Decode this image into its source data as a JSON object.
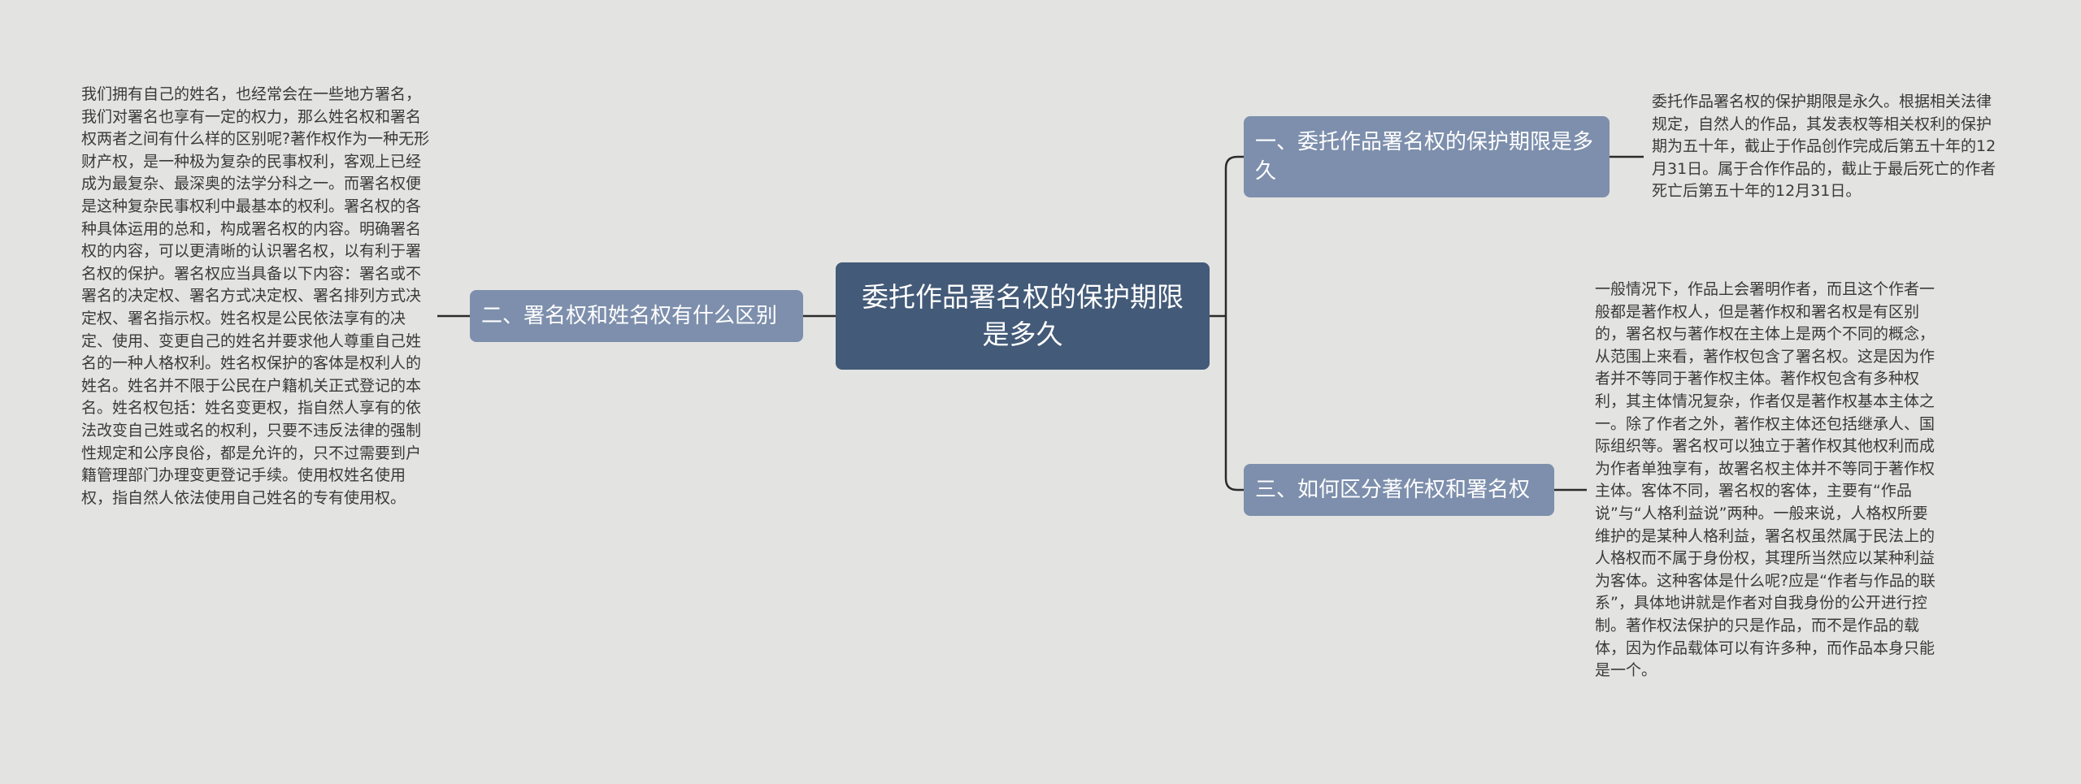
{
  "mindmap": {
    "root": {
      "label": "委托作品署名权的保护期限是多久"
    },
    "branches": [
      {
        "label": "一、委托作品署名权的保护期限是多久",
        "detail": "委托作品署名权的保护期限是永久。根据相关法律规定，自然人的作品，其发表权等相关权利的保护期为五十年，截止于作品创作完成后第五十年的12月31日。属于合作作品的，截止于最后死亡的作者死亡后第五十年的12月31日。"
      },
      {
        "label": "二、署名权和姓名权有什么区别",
        "detail": "我们拥有自己的姓名，也经常会在一些地方署名，我们对署名也享有一定的权力，那么姓名权和署名权两者之间有什么样的区别呢?著作权作为一种无形财产权，是一种极为复杂的民事权利，客观上已经成为最复杂、最深奥的法学分科之一。而署名权便是这种复杂民事权利中最基本的权利。署名权的各种具体运用的总和，构成署名权的内容。明确署名权的内容，可以更清晰的认识署名权，以有利于署名权的保护。署名权应当具备以下内容：署名或不署名的决定权、署名方式决定权、署名排列方式决定权、署名指示权。姓名权是公民依法享有的决定、使用、变更自己的姓名并要求他人尊重自己姓名的一种人格权利。姓名权保护的客体是权利人的姓名。姓名并不限于公民在户籍机关正式登记的本名。姓名权包括：姓名变更权，指自然人享有的依法改变自己姓或名的权利，只要不违反法律的强制性规定和公序良俗，都是允许的，只不过需要到户籍管理部门办理变更登记手续。使用权姓名使用权，指自然人依法使用自己姓名的专有使用权。"
      },
      {
        "label": "三、如何区分著作权和署名权",
        "detail": "一般情况下，作品上会署明作者，而且这个作者一般都是著作权人，但是著作权和署名权是有区别的，署名权与著作权在主体上是两个不同的概念，从范围上来看，著作权包含了署名权。这是因为作者并不等同于著作权主体。著作权包含有多种权利，其主体情况复杂，作者仅是著作权基本主体之一。除了作者之外，著作权主体还包括继承人、国际组织等。署名权可以独立于著作权其他权利而成为作者单独享有，故署名权主体并不等同于著作权主体。客体不同，署名权的客体，主要有“作品说”与“人格利益说”两种。一般来说，人格权所要维护的是某种人格利益，署名权虽然属于民法上的人格权而不属于身份权，其理所当然应以某种利益为客体。这种客体是什么呢?应是“作者与作品的联系”，具体地讲就是作者对自我身份的公开进行控制。著作权法保护的只是作品，而不是作品的载体，因为作品载体可以有许多种，而作品本身只能是一个。"
      }
    ]
  },
  "colors": {
    "background": "#e3e3e1",
    "root_fill": "#435a78",
    "branch_fill": "#7d8fac",
    "connector": "#2b2b2b",
    "leaf_text": "#3a3a3a"
  }
}
